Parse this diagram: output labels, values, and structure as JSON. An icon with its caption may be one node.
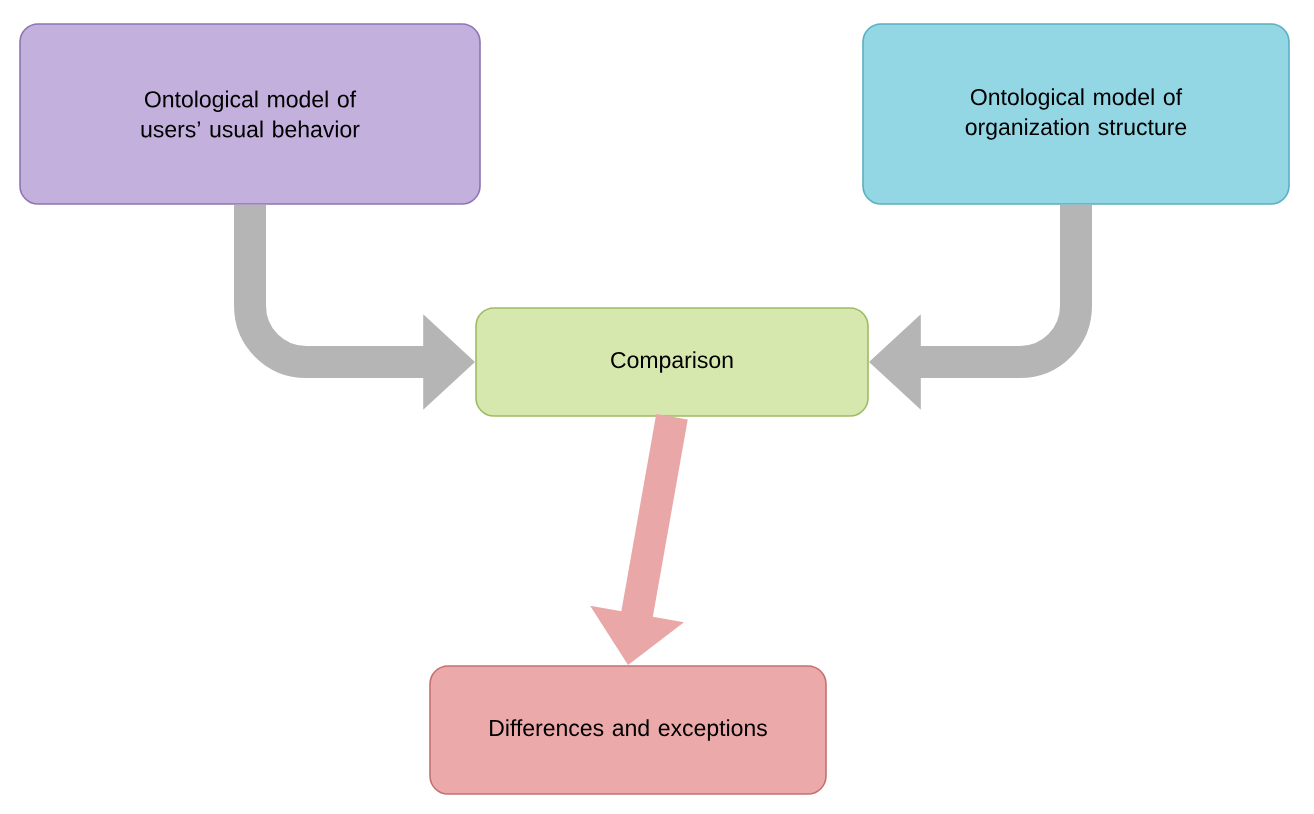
{
  "diagram": {
    "nodes": [
      {
        "text": [
          "Ontological model of users’ usual behavior"
        ]
      },
      {
        "text": [
          "Ontological model of organization structure"
        ]
      },
      {
        "text": [
          "Comparison"
        ]
      },
      {
        "text": [
          "Differences and exceptions"
        ]
      }
    ],
    "edges": [
      {
        "from": 0,
        "to": 2,
        "arrow": "to"
      },
      {
        "from": 1,
        "to": 2,
        "arrow": "to"
      },
      {
        "from": 2,
        "to": 3,
        "arrow": "to",
        "color": "#eaa7a7"
      }
    ]
  }
}
